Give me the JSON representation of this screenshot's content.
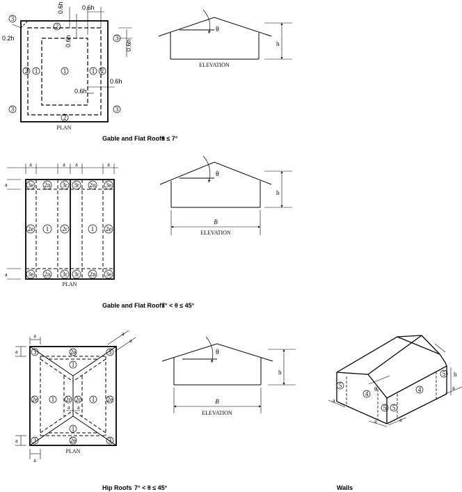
{
  "panel_gable_low": {
    "caption": "Gable and Flat Roofs",
    "caption_math": "θ ≤ 7°",
    "plan_label": "PLAN",
    "elevation_label": "ELEVATION",
    "theta": "θ",
    "h": "h",
    "dims": [
      "0.6h",
      "0.6h",
      "0.6h",
      "0.6h",
      "0.6h",
      "0.2h"
    ],
    "zones": [
      "1",
      "2",
      "3"
    ]
  },
  "panel_gable_high": {
    "caption": "Gable and Flat Roofs",
    "caption_math": "7° < θ ≤ 45°",
    "plan_label": "PLAN",
    "elevation_label": "ELEVATION",
    "theta": "θ",
    "h": "h",
    "B": "B",
    "a": "a",
    "zones": [
      "3e",
      "2n",
      "3r",
      "2e",
      "1",
      "2r"
    ]
  },
  "panel_hip": {
    "caption": "Hip Roofs",
    "caption_math": "7° < θ ≤ 45°",
    "plan_label": "PLAN",
    "elevation_label": "ELEVATION",
    "theta": "θ",
    "h": "h",
    "B": "B",
    "a": "a",
    "zones": [
      "3",
      "2e",
      "1",
      "2r"
    ]
  },
  "panel_walls": {
    "caption": "Walls",
    "theta": "θ",
    "h": "h",
    "a": "a",
    "zones": [
      "4",
      "5"
    ]
  }
}
